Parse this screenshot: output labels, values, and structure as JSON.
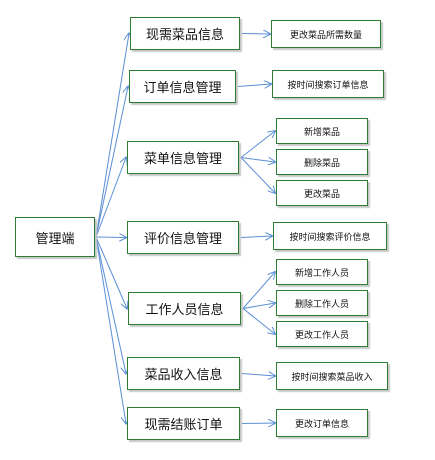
{
  "root": "管理端",
  "modules": [
    {
      "label": "现需菜品信息",
      "actions": [
        "更改菜品所需数量"
      ]
    },
    {
      "label": "订单信息管理",
      "actions": [
        "按时间搜索订单信息"
      ]
    },
    {
      "label": "菜单信息管理",
      "actions": [
        "新增菜品",
        "删除菜品",
        "更改菜品"
      ]
    },
    {
      "label": "评价信息管理",
      "actions": [
        "按时间搜索评价信息"
      ]
    },
    {
      "label": "工作人员信息",
      "actions": [
        "新增工作人员",
        "删除工作人员",
        "更改工作人员"
      ]
    },
    {
      "label": "菜品收入信息",
      "actions": [
        "按时间搜索菜品收入"
      ]
    },
    {
      "label": "现需结账订单",
      "actions": [
        "更改订单信息"
      ]
    }
  ],
  "colors": {
    "arrow": "#5b8fd6",
    "border": "#2e7d32"
  }
}
